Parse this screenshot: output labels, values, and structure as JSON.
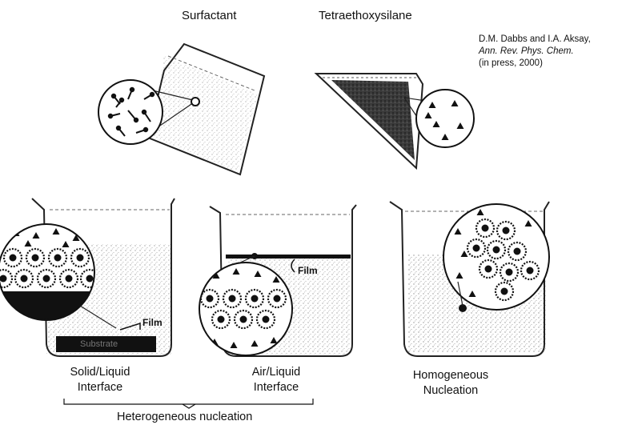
{
  "labels": {
    "surfactant": "Surfactant",
    "teos": "Tetraethoxysilane",
    "film_1": "Film",
    "substrate": "Substrate",
    "film_2": "Film",
    "solid_liquid": [
      "Solid/Liquid",
      "Interface"
    ],
    "air_liquid": [
      "Air/Liquid",
      "Interface"
    ],
    "homogeneous": [
      "Homogeneous",
      "Nucleation"
    ],
    "heterogeneous": "Heterogeneous nucleation"
  },
  "citation": {
    "authors": "D.M. Dabbs and I.A. Aksay,",
    "journal": "Ann. Rev. Phys. Chem.",
    "note": "(in press, 2000)"
  }
}
